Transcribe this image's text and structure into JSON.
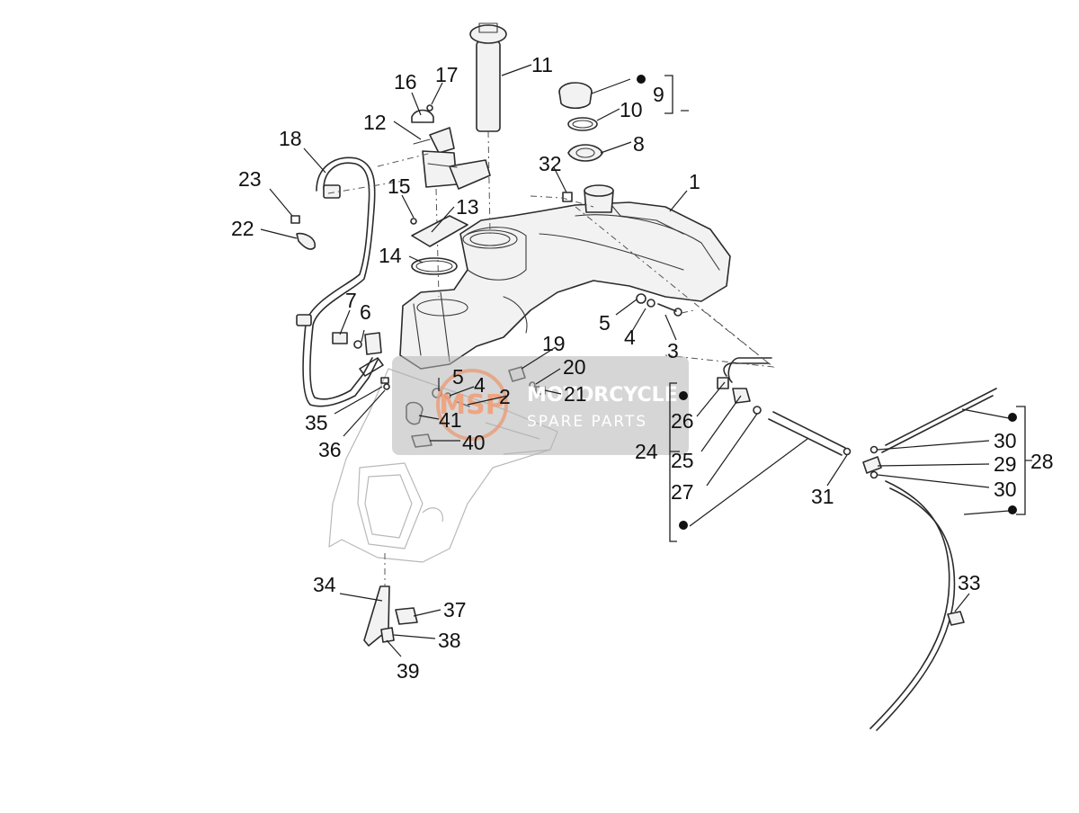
{
  "diagram": {
    "callouts": [
      "1",
      "2",
      "3",
      "4",
      "5",
      "6",
      "7",
      "8",
      "9",
      "10",
      "11",
      "12",
      "13",
      "14",
      "15",
      "16",
      "17",
      "18",
      "19",
      "20",
      "21",
      "22",
      "23",
      "24",
      "25",
      "26",
      "27",
      "28",
      "29",
      "30",
      "31",
      "32",
      "33",
      "34",
      "35",
      "36",
      "37",
      "38",
      "39",
      "40",
      "41"
    ],
    "repeat_callouts": {
      "c4b": "4",
      "c5b": "5",
      "c30b": "30"
    }
  },
  "watermark": {
    "logo": "MSP",
    "line1": "MOTORCYCLE",
    "line2": "SPARE PARTS",
    "colors": {
      "logo": "#f0a07a",
      "box": "#b4b4b4",
      "text": "#ffffff"
    }
  }
}
